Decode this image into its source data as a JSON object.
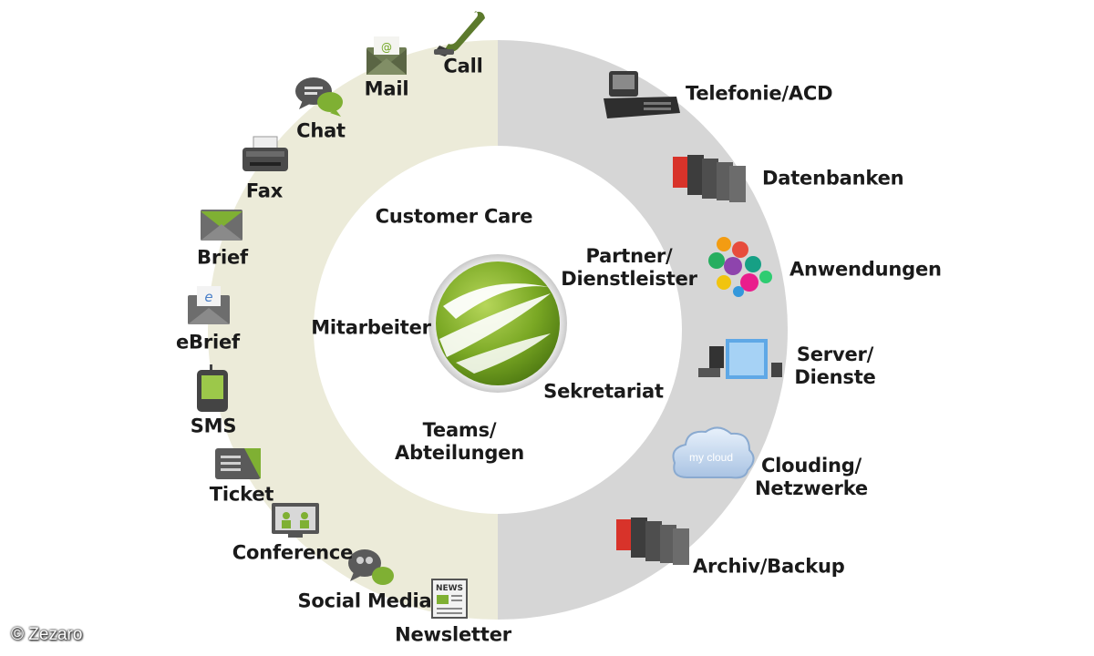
{
  "colors": {
    "left_arc": "#ecebd9",
    "right_arc": "#d6d6d6",
    "center_disc": "#ffffff",
    "logo_green": "#7aa824",
    "logo_dark_green": "#4f7a12",
    "text": "#1a1a1a"
  },
  "channels": [
    {
      "label": "Call",
      "icon": "phone-handset-icon"
    },
    {
      "label": "Mail",
      "icon": "envelope-icon"
    },
    {
      "label": "Chat",
      "icon": "chat-bubbles-icon"
    },
    {
      "label": "Fax",
      "icon": "fax-machine-icon"
    },
    {
      "label": "Brief",
      "icon": "letter-envelope-icon"
    },
    {
      "label": "eBrief",
      "icon": "e-envelope-icon"
    },
    {
      "label": "SMS",
      "icon": "mobile-phone-icon"
    },
    {
      "label": "Ticket",
      "icon": "ticket-icon"
    },
    {
      "label": "Conference",
      "icon": "video-conference-icon"
    },
    {
      "label": "Social Media",
      "icon": "social-media-bubbles-icon"
    },
    {
      "label": "Newsletter",
      "icon": "newspaper-icon"
    }
  ],
  "newsletter_icon_text": "NEWS",
  "systems": [
    {
      "label": "Telefonie/ACD",
      "icon": "desk-telephone-icon"
    },
    {
      "label": "Datenbanken",
      "icon": "database-binders-icon"
    },
    {
      "label": "Anwendungen",
      "icon": "applications-cluster-icon"
    },
    {
      "label": "Server/\nDienste",
      "icon": "server-computers-icon"
    },
    {
      "label": "Clouding/\nNetzwerke",
      "icon": "cloud-icon"
    },
    {
      "label": "Archiv/Backup",
      "icon": "archive-binders-icon"
    }
  ],
  "cloud_text": "my cloud",
  "center_labels": {
    "customer_care": "Customer Care",
    "partner": "Partner/\nDienstleister",
    "mitarbeiter": "Mitarbeiter",
    "sekretariat": "Sekretariat",
    "teams": "Teams/\nAbteilungen"
  },
  "logo": {
    "icon": "zezaro-logo-icon"
  },
  "copyright": "© Zezaro"
}
